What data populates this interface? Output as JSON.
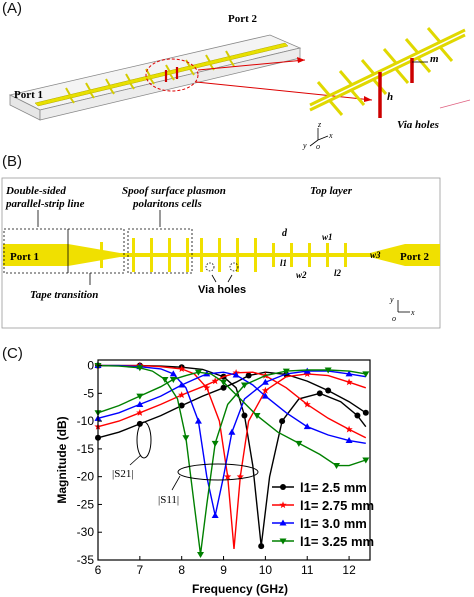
{
  "panels": {
    "a": {
      "label": "(A)",
      "port1": "Port 1",
      "port2": "Port 2",
      "h": "h",
      "m": "m",
      "via_holes": "Via holes",
      "axis_z": "z",
      "axis_y": "y",
      "axis_x": "x",
      "axis_o": "o"
    },
    "b": {
      "label": "(B)",
      "double_sided_l1": "Double-sided",
      "double_sided_l2": "parallel-strip line",
      "spoof_l1": "Spoof surface plasmon",
      "spoof_l2": "polaritons cells",
      "top_layer": "Top layer",
      "port1": "Port 1",
      "port2": "Port 2",
      "tape": "Tape transition",
      "via": "Via holes",
      "d": "d",
      "w1": "w1",
      "w2": "w2",
      "w3": "w3",
      "l1": "l1",
      "l2": "l2",
      "axis_y": "y",
      "axis_x": "x",
      "axis_o": "o"
    },
    "c": {
      "label": "(C)",
      "s21": "|S21|",
      "s11": "|S11|"
    }
  },
  "chart_data": {
    "type": "line",
    "xlabel": "Frequency (GHz)",
    "ylabel": "Magnitude (dB)",
    "xlim": [
      6,
      12.5
    ],
    "ylim": [
      -35,
      1
    ],
    "xticks": [
      6,
      7,
      8,
      9,
      10,
      11,
      12
    ],
    "yticks": [
      0,
      -5,
      -10,
      -15,
      -20,
      -25,
      -30,
      -35
    ],
    "legend_position": "bottom-right",
    "series": [
      {
        "name": "l1= 2.5 mm",
        "color": "#000000",
        "marker": "circle",
        "s21": [
          [
            6,
            -13
          ],
          [
            6.5,
            -12
          ],
          [
            7,
            -10.5
          ],
          [
            7.5,
            -9
          ],
          [
            8,
            -7.2
          ],
          [
            8.5,
            -5.5
          ],
          [
            9,
            -4
          ],
          [
            9.3,
            -3
          ],
          [
            9.6,
            -1.8
          ],
          [
            10,
            -1.2
          ],
          [
            10.5,
            -1.6
          ],
          [
            11,
            -2.8
          ],
          [
            11.5,
            -4.5
          ],
          [
            12,
            -6.5
          ],
          [
            12.4,
            -8.5
          ]
        ],
        "s11": [
          [
            6,
            0
          ],
          [
            6.5,
            0
          ],
          [
            7,
            0
          ],
          [
            7.5,
            -0.1
          ],
          [
            8,
            -0.3
          ],
          [
            8.5,
            -0.7
          ],
          [
            9,
            -2
          ],
          [
            9.3,
            -4
          ],
          [
            9.5,
            -9
          ],
          [
            9.7,
            -18
          ],
          [
            9.9,
            -32.5
          ],
          [
            10.1,
            -20
          ],
          [
            10.4,
            -10
          ],
          [
            10.8,
            -6
          ],
          [
            11.3,
            -5
          ],
          [
            11.8,
            -6.5
          ],
          [
            12.2,
            -9
          ],
          [
            12.4,
            -11
          ]
        ]
      },
      {
        "name": "l1= 2.75 mm",
        "color": "#ff0000",
        "marker": "star",
        "s21": [
          [
            6,
            -11
          ],
          [
            6.5,
            -10
          ],
          [
            7,
            -8.5
          ],
          [
            7.5,
            -7
          ],
          [
            8,
            -5.3
          ],
          [
            8.5,
            -3.8
          ],
          [
            8.8,
            -2.8
          ],
          [
            9,
            -2
          ],
          [
            9.3,
            -1.3
          ],
          [
            9.7,
            -1.2
          ],
          [
            10,
            -1.8
          ],
          [
            10.5,
            -4
          ],
          [
            11,
            -7
          ],
          [
            11.5,
            -9.5
          ],
          [
            12,
            -11.5
          ],
          [
            12.4,
            -13
          ]
        ],
        "s11": [
          [
            6,
            0
          ],
          [
            6.5,
            0
          ],
          [
            7,
            0
          ],
          [
            7.5,
            -0.2
          ],
          [
            8,
            -0.6
          ],
          [
            8.3,
            -1.5
          ],
          [
            8.6,
            -4
          ],
          [
            8.9,
            -10
          ],
          [
            9.1,
            -20
          ],
          [
            9.25,
            -33
          ],
          [
            9.4,
            -20
          ],
          [
            9.6,
            -10
          ],
          [
            10,
            -4.5
          ],
          [
            10.5,
            -2
          ],
          [
            11,
            -1.5
          ],
          [
            11.5,
            -1.8
          ],
          [
            12,
            -3
          ],
          [
            12.4,
            -4
          ]
        ]
      },
      {
        "name": "l1= 3.0 mm",
        "color": "#0000ff",
        "marker": "triangle",
        "s21": [
          [
            6,
            -9.5
          ],
          [
            6.5,
            -8.5
          ],
          [
            7,
            -7
          ],
          [
            7.5,
            -5.5
          ],
          [
            8,
            -3.5
          ],
          [
            8.3,
            -2.5
          ],
          [
            8.6,
            -1.5
          ],
          [
            9,
            -1.2
          ],
          [
            9.3,
            -1.7
          ],
          [
            9.7,
            -3.5
          ],
          [
            10,
            -5.5
          ],
          [
            10.5,
            -8.5
          ],
          [
            11,
            -11
          ],
          [
            11.5,
            -12.5
          ],
          [
            12,
            -13.5
          ],
          [
            12.4,
            -14
          ]
        ],
        "s11": [
          [
            6,
            0
          ],
          [
            6.5,
            0
          ],
          [
            7,
            -0.2
          ],
          [
            7.5,
            -0.6
          ],
          [
            7.8,
            -1.5
          ],
          [
            8.1,
            -4
          ],
          [
            8.4,
            -10
          ],
          [
            8.6,
            -20
          ],
          [
            8.8,
            -27
          ],
          [
            9.0,
            -20
          ],
          [
            9.2,
            -12
          ],
          [
            9.5,
            -6
          ],
          [
            10,
            -3
          ],
          [
            10.5,
            -1.5
          ],
          [
            11,
            -1
          ],
          [
            11.5,
            -1
          ],
          [
            12,
            -1.5
          ],
          [
            12.4,
            -2
          ]
        ]
      },
      {
        "name": "l1= 3.25 mm",
        "color": "#008000",
        "marker": "triangle-down",
        "s21": [
          [
            6,
            -8.5
          ],
          [
            6.5,
            -7.2
          ],
          [
            7,
            -5.5
          ],
          [
            7.5,
            -3.8
          ],
          [
            7.8,
            -2.5
          ],
          [
            8.1,
            -1.8
          ],
          [
            8.4,
            -1.2
          ],
          [
            8.7,
            -1.5
          ],
          [
            9,
            -3
          ],
          [
            9.4,
            -6
          ],
          [
            9.8,
            -9
          ],
          [
            10.3,
            -12
          ],
          [
            10.8,
            -14
          ],
          [
            11.3,
            -16
          ],
          [
            11.7,
            -18
          ],
          [
            12,
            -18
          ],
          [
            12.4,
            -17
          ]
        ],
        "s11": [
          [
            6,
            0
          ],
          [
            6.5,
            -0.1
          ],
          [
            7,
            -0.4
          ],
          [
            7.3,
            -1
          ],
          [
            7.6,
            -2.5
          ],
          [
            7.9,
            -6
          ],
          [
            8.1,
            -13
          ],
          [
            8.3,
            -25
          ],
          [
            8.45,
            -34
          ],
          [
            8.6,
            -25
          ],
          [
            8.8,
            -14
          ],
          [
            9.1,
            -7
          ],
          [
            9.5,
            -3.5
          ],
          [
            10,
            -1.8
          ],
          [
            10.5,
            -1
          ],
          [
            11,
            -0.8
          ],
          [
            11.5,
            -0.8
          ],
          [
            12,
            -1
          ],
          [
            12.4,
            -1.5
          ]
        ]
      }
    ]
  }
}
